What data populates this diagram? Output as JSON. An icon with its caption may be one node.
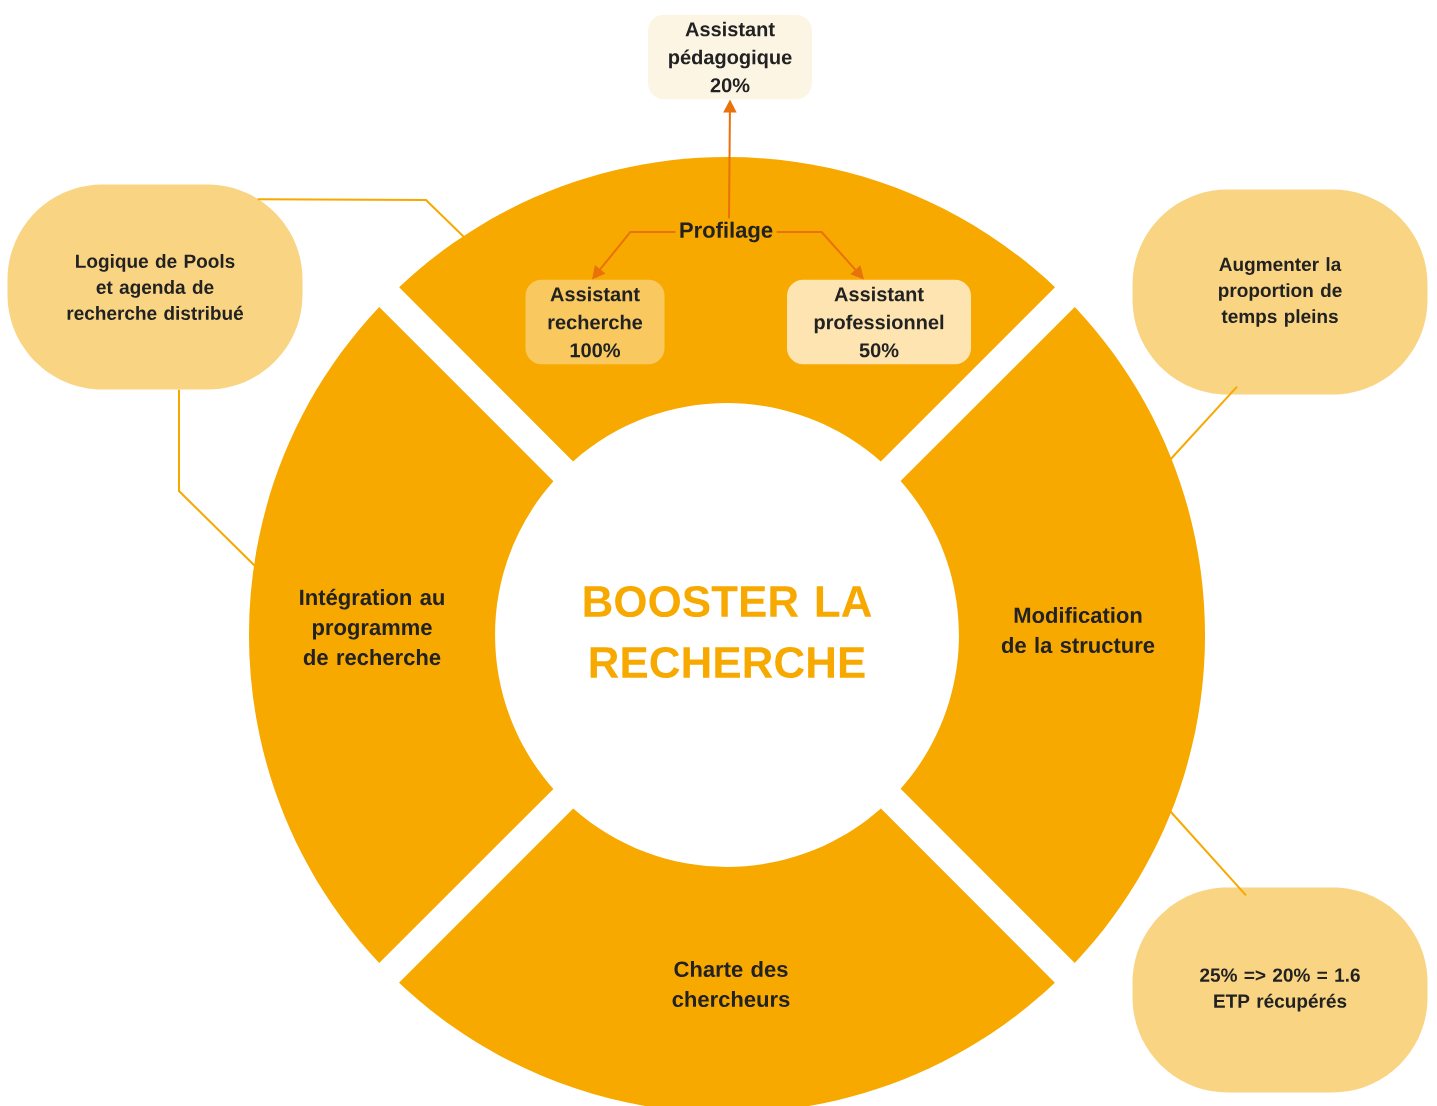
{
  "diagram": {
    "nodes": [
      {
        "text": [
          "Assistant pédagogique 20%"
        ]
      },
      {
        "text": [
          "Logique de Pools et agenda de recherche distribué"
        ]
      },
      {
        "text": [],
        "shape": "sector"
      },
      {
        "text": [
          "Profilage"
        ],
        "in": 2
      },
      {
        "text": [
          "Assistant recherche 100%"
        ],
        "in": 2
      },
      {
        "text": [
          "Assistant professionnel 50%"
        ],
        "in": 2
      },
      {
        "text": [
          "Augmenter la proportion de temps pleins"
        ]
      },
      {
        "text": [
          "Intégration au programme de recherche"
        ]
      },
      {
        "text": [
          "BOOSTER LA RECHERCHE"
        ]
      },
      {
        "text": [
          "Modification de la structure"
        ]
      },
      {
        "text": [
          "Charte des chercheurs"
        ]
      },
      {
        "text": [
          "25% => 20% = 1.6 ETP récupérés"
        ]
      }
    ],
    "edges": [
      {
        "from": 3,
        "to": 0,
        "arrow": "to",
        "color": "#e8720c"
      },
      {
        "from": 3,
        "to": 4,
        "arrow": "to",
        "color": "#e8720c"
      },
      {
        "from": 3,
        "to": 5,
        "arrow": "to",
        "color": "#e8720c"
      },
      {
        "from": 1,
        "to": 2,
        "arrow": "none"
      },
      {
        "from": 1,
        "to": 7,
        "arrow": "none"
      },
      {
        "from": 6,
        "to": 9,
        "arrow": "none"
      },
      {
        "from": 11,
        "to": 9,
        "arrow": "none"
      }
    ]
  }
}
